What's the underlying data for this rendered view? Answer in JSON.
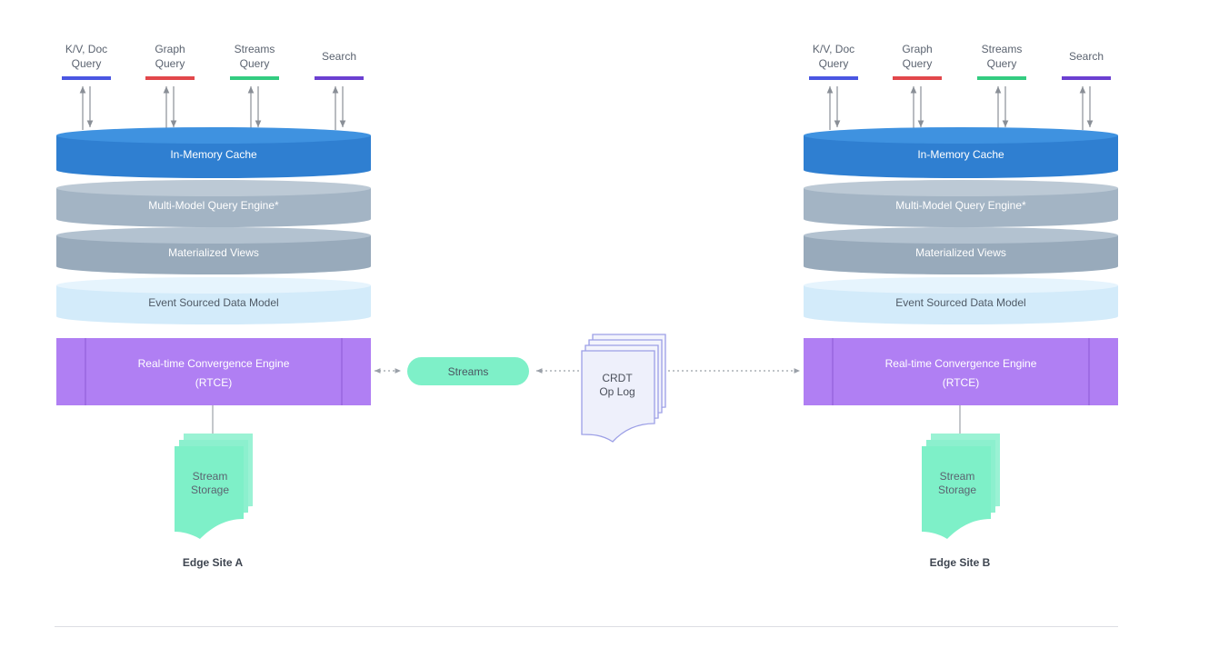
{
  "sites": [
    {
      "queries": [
        {
          "lines": [
            "K/V, Doc",
            "Query"
          ],
          "color": "#4a56e2"
        },
        {
          "lines": [
            "Graph",
            "Query"
          ],
          "color": "#e2474b"
        },
        {
          "lines": [
            "Streams",
            "Query"
          ],
          "color": "#33cc80"
        },
        {
          "lines": [
            "Search"
          ],
          "color": "#6b3fd1"
        }
      ],
      "layers": {
        "cache": "In-Memory Cache",
        "query_engine": "Multi-Model Query Engine*",
        "views": "Materialized Views",
        "event_model": "Event Sourced Data Model"
      },
      "rtce": [
        "Real-time Convergence Engine",
        "(RTCE)"
      ],
      "storage": [
        "Stream",
        "Storage"
      ],
      "label": "Edge Site A"
    },
    {
      "queries": [
        {
          "lines": [
            "K/V, Doc",
            "Query"
          ],
          "color": "#4a56e2"
        },
        {
          "lines": [
            "Graph",
            "Query"
          ],
          "color": "#e2474b"
        },
        {
          "lines": [
            "Streams",
            "Query"
          ],
          "color": "#33cc80"
        },
        {
          "lines": [
            "Search"
          ],
          "color": "#6b3fd1"
        }
      ],
      "layers": {
        "cache": "In-Memory Cache",
        "query_engine": "Multi-Model Query Engine*",
        "views": "Materialized Views",
        "event_model": "Event Sourced Data Model"
      },
      "rtce": [
        "Real-time Convergence Engine",
        "(RTCE)"
      ],
      "storage": [
        "Stream",
        "Storage"
      ],
      "label": "Edge Site B"
    }
  ],
  "streams_label": "Streams",
  "oplog": [
    "CRDT",
    "Op Log"
  ],
  "colors": {
    "cache": "#2f7fd1",
    "query_engine": "#a3b4c4",
    "views": "#98aabb",
    "event_model": "#d3ebfa",
    "rtce": "#b07ff3",
    "streams_pill": "#7ef0c8",
    "storage": "#7ef0c8",
    "oplog": "#d9d9f7"
  }
}
